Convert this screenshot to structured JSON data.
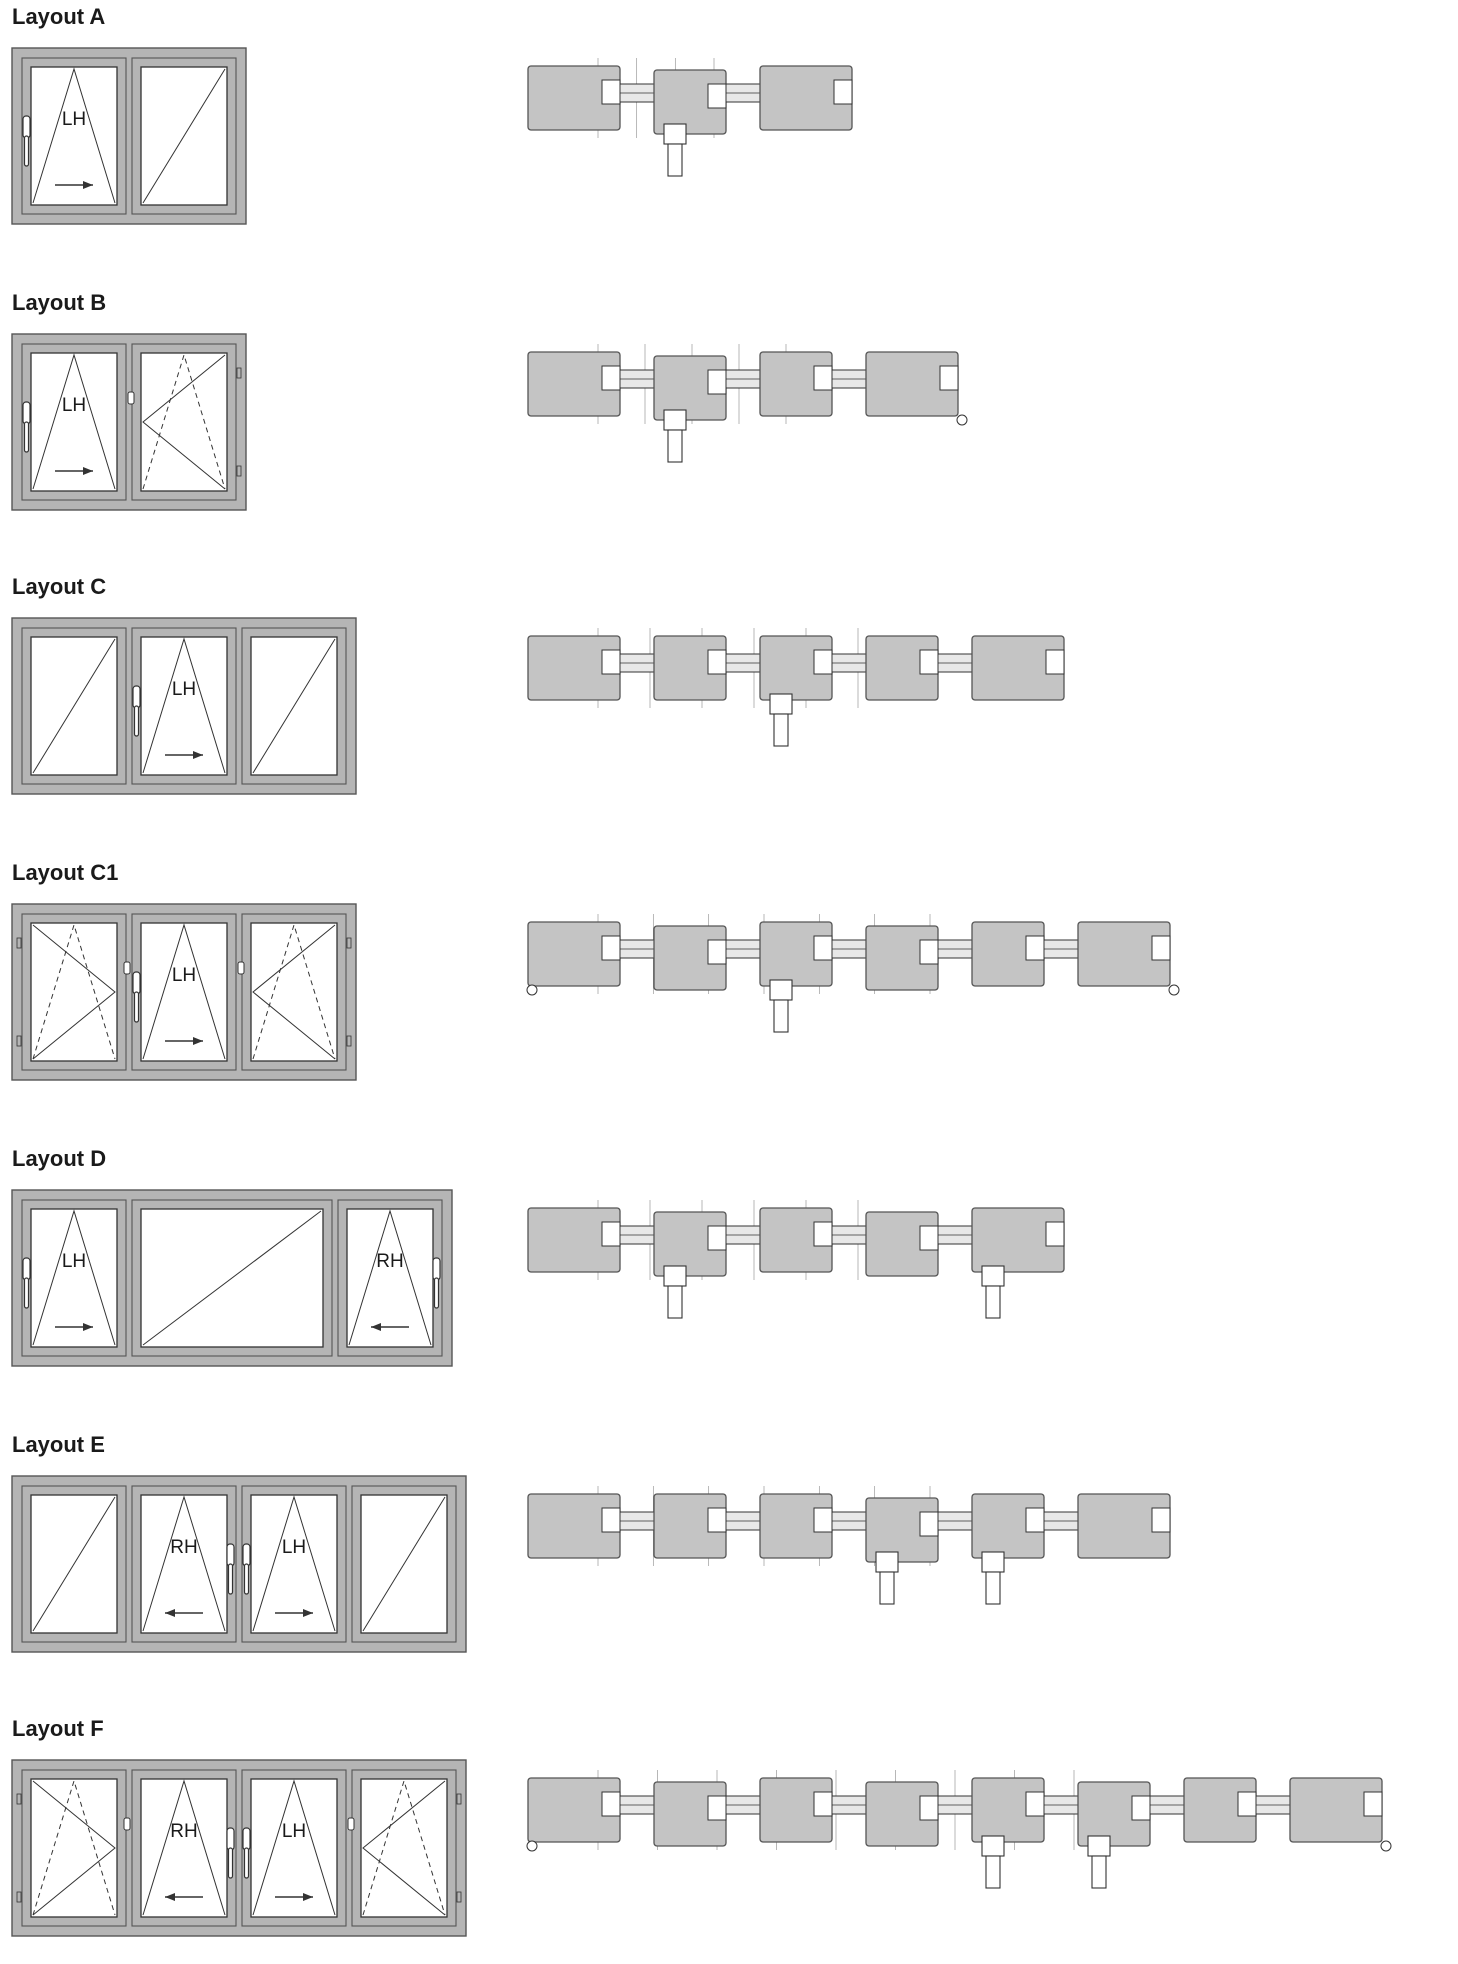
{
  "colors": {
    "frame": "#b5b5b5",
    "frame_stroke": "#555555",
    "pane": "#ffffff",
    "line": "#333333",
    "text": "#1a1a1a",
    "profile": "#c4c4c4",
    "glass": "#e8e8e8"
  },
  "layouts": [
    {
      "label": "Layout A",
      "units": [
        {
          "type": "tilt-turn",
          "hand": "LH",
          "arrow": "right"
        },
        {
          "type": "fixed"
        }
      ],
      "section": {
        "segments": [
          "outer",
          "sash",
          "fixed"
        ],
        "handles": [
          1
        ],
        "hinge": [
          "none",
          "none"
        ]
      }
    },
    {
      "label": "Layout B",
      "units": [
        {
          "type": "tilt-turn",
          "hand": "LH",
          "arrow": "right"
        },
        {
          "type": "side-hung-tilt"
        }
      ],
      "section": {
        "segments": [
          "outer",
          "sash",
          "sash",
          "outer"
        ],
        "handles": [
          1
        ],
        "hinge": [
          "none",
          "right"
        ]
      }
    },
    {
      "label": "Layout C",
      "units": [
        {
          "type": "fixed"
        },
        {
          "type": "tilt-turn",
          "hand": "LH",
          "arrow": "right"
        },
        {
          "type": "fixed"
        }
      ],
      "section": {
        "segments": [
          "fixed",
          "fixed",
          "sash",
          "fixed",
          "fixed"
        ],
        "handles": [
          2
        ],
        "hinge": [
          "none",
          "none"
        ]
      }
    },
    {
      "label": "Layout C1",
      "units": [
        {
          "type": "side-hung-tilt-left"
        },
        {
          "type": "tilt-turn",
          "hand": "LH",
          "arrow": "right"
        },
        {
          "type": "side-hung-tilt"
        }
      ],
      "section": {
        "segments": [
          "outer",
          "sash",
          "sash",
          "sash",
          "sash",
          "outer"
        ],
        "handles": [
          2
        ],
        "hinge": [
          "left",
          "right"
        ]
      }
    },
    {
      "label": "Layout D",
      "units": [
        {
          "type": "tilt-turn",
          "hand": "LH",
          "arrow": "right"
        },
        {
          "type": "fixed-wide"
        },
        {
          "type": "tilt-turn",
          "hand": "RH",
          "arrow": "left"
        }
      ],
      "section": {
        "segments": [
          "outer",
          "sash",
          "fixed",
          "sash",
          "outer"
        ],
        "handles": [
          1,
          4
        ],
        "hinge": [
          "none",
          "none"
        ]
      }
    },
    {
      "label": "Layout E",
      "units": [
        {
          "type": "fixed"
        },
        {
          "type": "tilt-turn",
          "hand": "RH",
          "arrow": "left"
        },
        {
          "type": "tilt-turn",
          "hand": "LH",
          "arrow": "right"
        },
        {
          "type": "fixed"
        }
      ],
      "section": {
        "segments": [
          "fixed",
          "fixed",
          "sash",
          "sash",
          "fixed",
          "fixed"
        ],
        "handles": [
          3,
          4
        ],
        "hinge": [
          "none",
          "none"
        ]
      }
    },
    {
      "label": "Layout F",
      "units": [
        {
          "type": "side-hung-tilt-left"
        },
        {
          "type": "tilt-turn",
          "hand": "RH",
          "arrow": "left"
        },
        {
          "type": "tilt-turn",
          "hand": "LH",
          "arrow": "right"
        },
        {
          "type": "side-hung-tilt"
        }
      ],
      "section": {
        "segments": [
          "outer",
          "sash",
          "sash",
          "sash",
          "sash",
          "sash",
          "sash",
          "outer"
        ],
        "handles": [
          4,
          5
        ],
        "hinge": [
          "left",
          "right"
        ]
      }
    }
  ]
}
